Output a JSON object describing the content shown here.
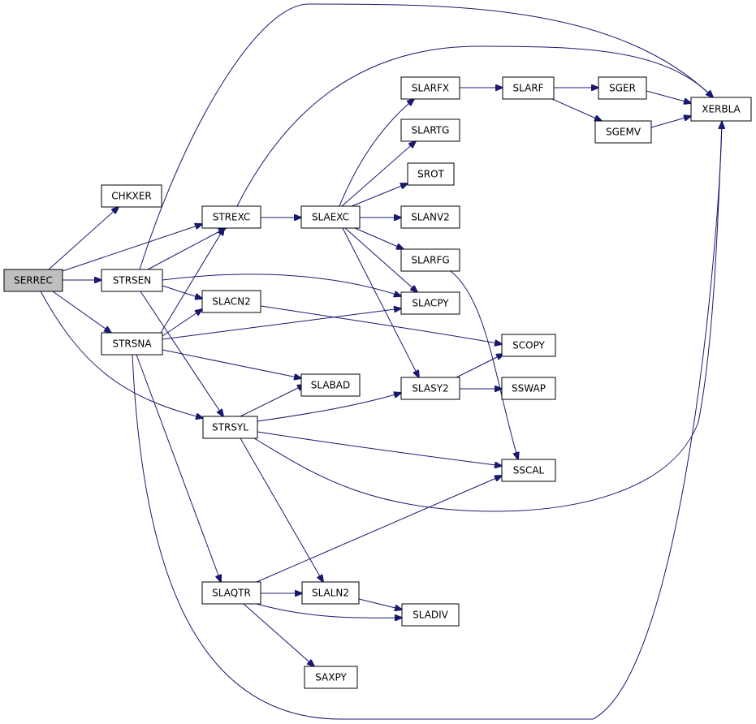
{
  "graph": {
    "nodes": [
      {
        "id": "SERREC",
        "label": "SERREC",
        "root": true
      },
      {
        "id": "CHKXER",
        "label": "CHKXER"
      },
      {
        "id": "STRSEN",
        "label": "STRSEN"
      },
      {
        "id": "STRSNA",
        "label": "STRSNA"
      },
      {
        "id": "STREXC",
        "label": "STREXC"
      },
      {
        "id": "SLACN2",
        "label": "SLACN2"
      },
      {
        "id": "STRSYL",
        "label": "STRSYL"
      },
      {
        "id": "SLAQTR",
        "label": "SLAQTR"
      },
      {
        "id": "SLAEXC",
        "label": "SLAEXC"
      },
      {
        "id": "SLABAD",
        "label": "SLABAD"
      },
      {
        "id": "SLALN2",
        "label": "SLALN2"
      },
      {
        "id": "SAXPY",
        "label": "SAXPY"
      },
      {
        "id": "SLARFX",
        "label": "SLARFX"
      },
      {
        "id": "SLARTG",
        "label": "SLARTG"
      },
      {
        "id": "SROT",
        "label": "SROT"
      },
      {
        "id": "SLANV2",
        "label": "SLANV2"
      },
      {
        "id": "SLARFG",
        "label": "SLARFG"
      },
      {
        "id": "SLACPY",
        "label": "SLACPY"
      },
      {
        "id": "SLASY2",
        "label": "SLASY2"
      },
      {
        "id": "SLADIV",
        "label": "SLADIV"
      },
      {
        "id": "SLARF",
        "label": "SLARF"
      },
      {
        "id": "SCOPY",
        "label": "SCOPY"
      },
      {
        "id": "SSWAP",
        "label": "SSWAP"
      },
      {
        "id": "SSCAL",
        "label": "SSCAL"
      },
      {
        "id": "SGER",
        "label": "SGER"
      },
      {
        "id": "SGEMV",
        "label": "SGEMV"
      },
      {
        "id": "XERBLA",
        "label": "XERBLA"
      }
    ],
    "edges": [
      [
        "SERREC",
        "CHKXER"
      ],
      [
        "SERREC",
        "STREXC"
      ],
      [
        "SERREC",
        "STRSEN"
      ],
      [
        "SERREC",
        "STRSNA"
      ],
      [
        "SERREC",
        "STRSYL"
      ],
      [
        "STRSEN",
        "STREXC"
      ],
      [
        "STRSEN",
        "XERBLA"
      ],
      [
        "STRSEN",
        "SLACPY"
      ],
      [
        "STRSEN",
        "SLACN2"
      ],
      [
        "STRSEN",
        "STRSYL"
      ],
      [
        "STRSNA",
        "STREXC"
      ],
      [
        "STRSNA",
        "SLACN2"
      ],
      [
        "STRSNA",
        "SLACPY"
      ],
      [
        "STRSNA",
        "SLABAD"
      ],
      [
        "STRSNA",
        "SLAQTR"
      ],
      [
        "STRSNA",
        "XERBLA"
      ],
      [
        "STREXC",
        "SLAEXC"
      ],
      [
        "STREXC",
        "XERBLA"
      ],
      [
        "SLACN2",
        "SCOPY"
      ],
      [
        "STRSYL",
        "SLABAD"
      ],
      [
        "STRSYL",
        "SLASY2"
      ],
      [
        "STRSYL",
        "SSCAL"
      ],
      [
        "STRSYL",
        "XERBLA"
      ],
      [
        "STRSYL",
        "SLALN2"
      ],
      [
        "SLAQTR",
        "SSCAL"
      ],
      [
        "SLAQTR",
        "SLALN2"
      ],
      [
        "SLAQTR",
        "SLADIV"
      ],
      [
        "SLAQTR",
        "SAXPY"
      ],
      [
        "SLAEXC",
        "SLARFX"
      ],
      [
        "SLAEXC",
        "SLARTG"
      ],
      [
        "SLAEXC",
        "SROT"
      ],
      [
        "SLAEXC",
        "SLANV2"
      ],
      [
        "SLAEXC",
        "SLARFG"
      ],
      [
        "SLAEXC",
        "SLACPY"
      ],
      [
        "SLAEXC",
        "SLASY2"
      ],
      [
        "SLALN2",
        "SLADIV"
      ],
      [
        "SLARFX",
        "SLARF"
      ],
      [
        "SLARF",
        "SGER"
      ],
      [
        "SLARF",
        "SGEMV"
      ],
      [
        "SLARFG",
        "SSCAL"
      ],
      [
        "SLASY2",
        "SCOPY"
      ],
      [
        "SLASY2",
        "SSWAP"
      ],
      [
        "SGER",
        "XERBLA"
      ],
      [
        "SGEMV",
        "XERBLA"
      ]
    ]
  }
}
